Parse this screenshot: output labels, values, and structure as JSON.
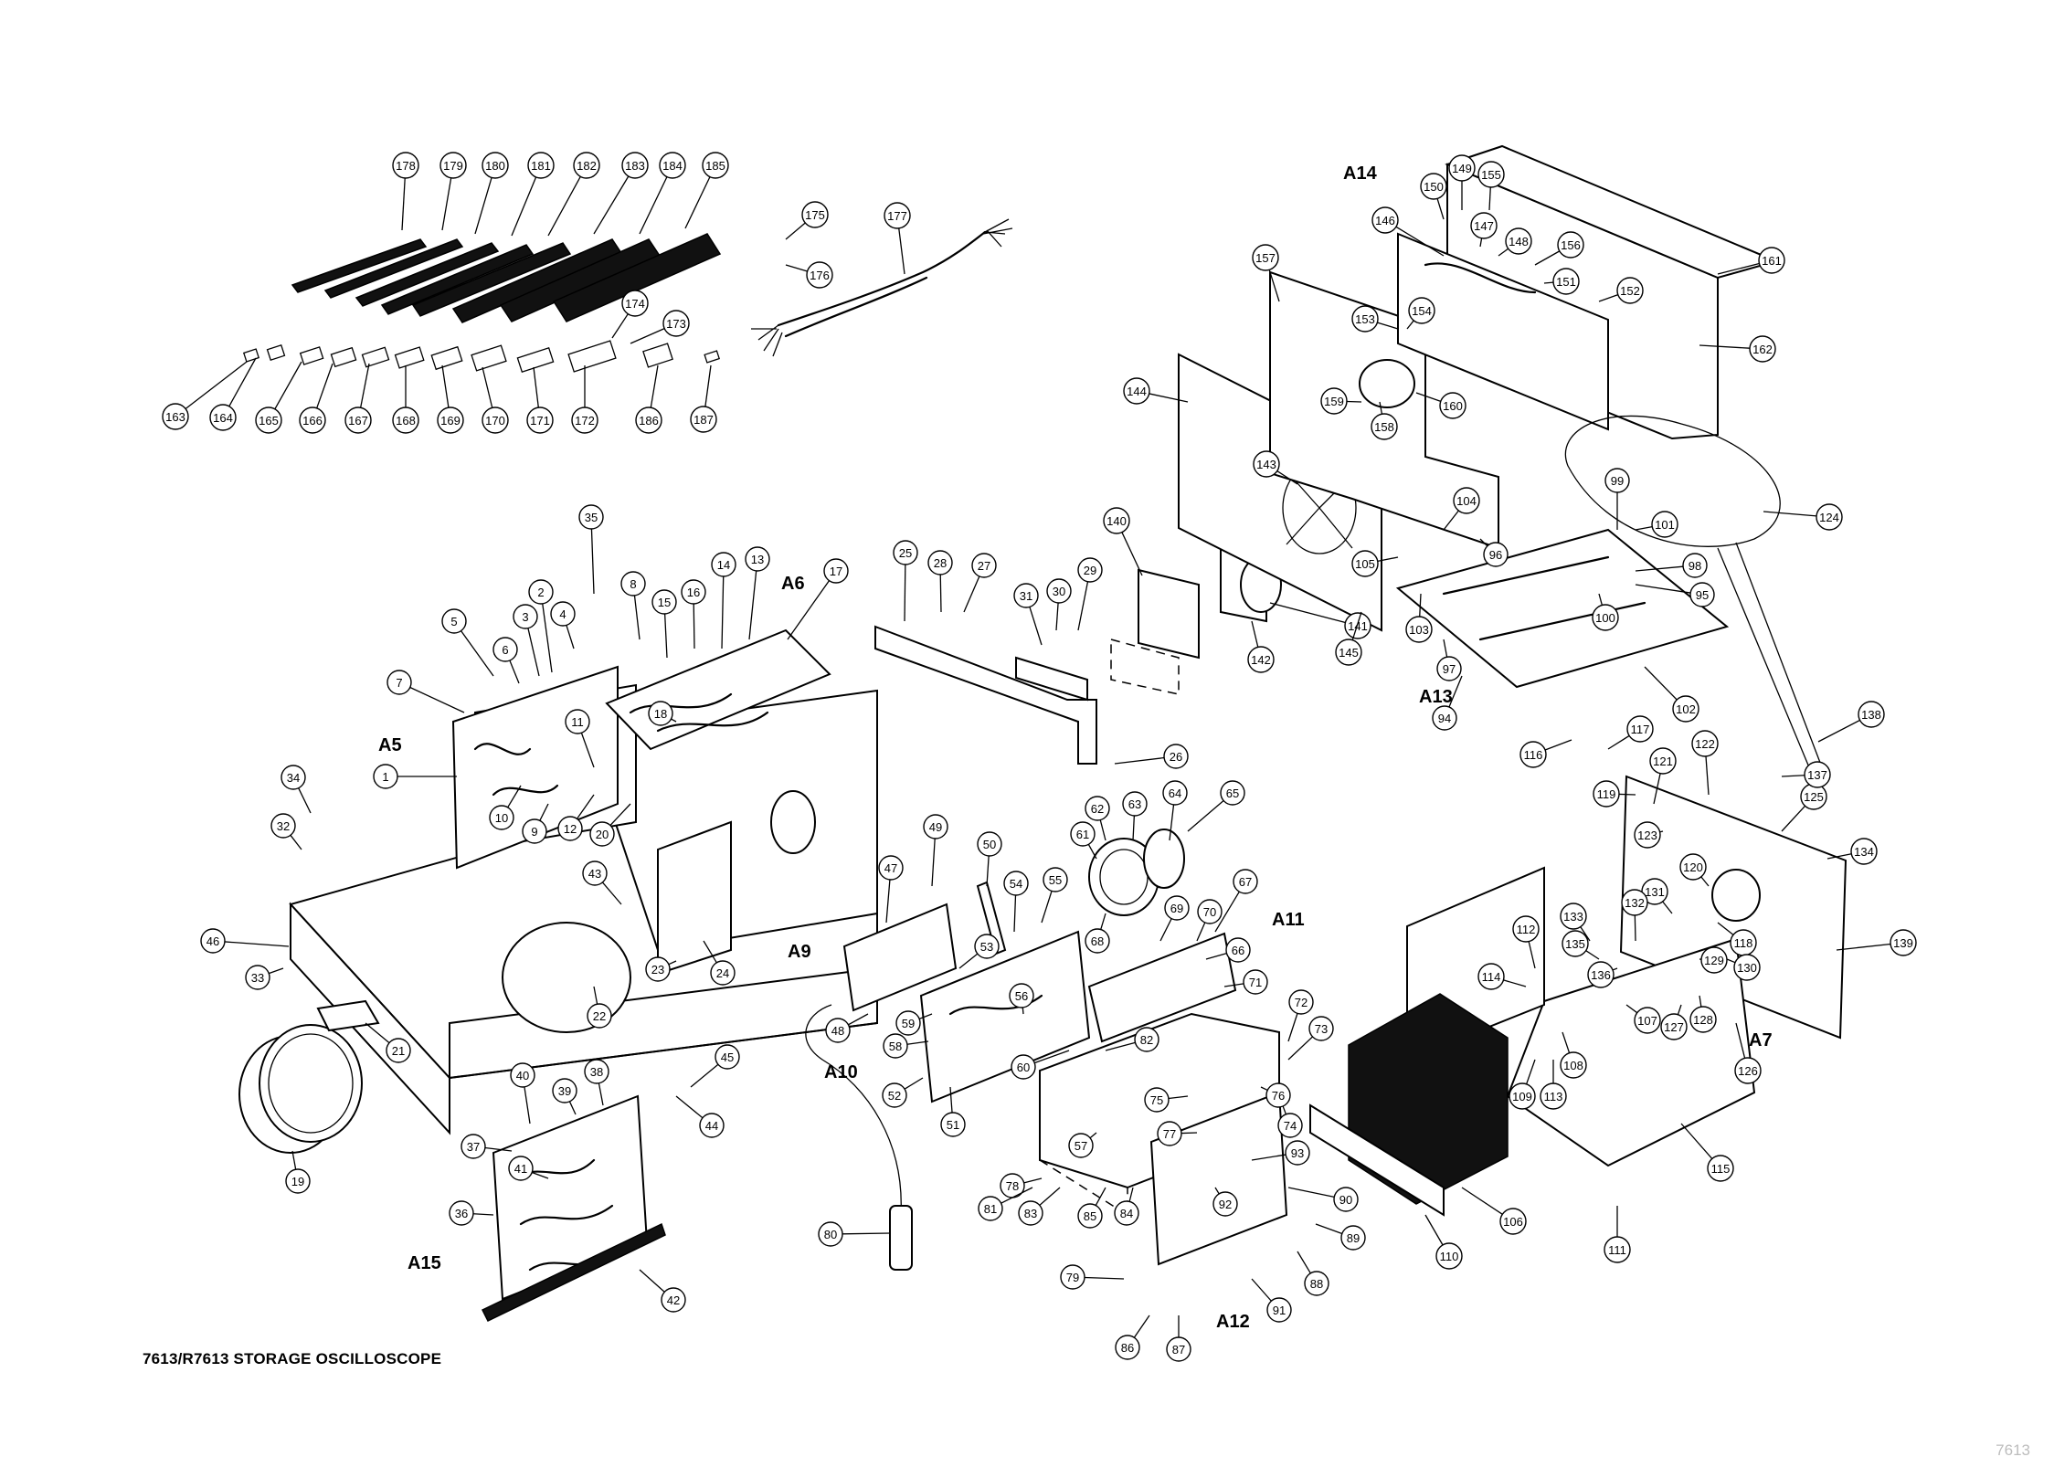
{
  "caption": "7613/R7613 STORAGE OSCILLOSCOPE",
  "page_mark": "7613",
  "assembly_labels": [
    "A5",
    "A6",
    "A7",
    "A9",
    "A10",
    "A11",
    "A12",
    "A13",
    "A14",
    "A15"
  ],
  "callouts": [
    "1",
    "2",
    "3",
    "4",
    "5",
    "6",
    "7",
    "8",
    "9",
    "10",
    "11",
    "12",
    "13",
    "14",
    "15",
    "16",
    "17",
    "18",
    "19",
    "20",
    "21",
    "22",
    "23",
    "24",
    "25",
    "26",
    "27",
    "28",
    "29",
    "30",
    "31",
    "32",
    "33",
    "34",
    "35",
    "36",
    "37",
    "38",
    "39",
    "40",
    "41",
    "42",
    "43",
    "44",
    "45",
    "46",
    "47",
    "48",
    "49",
    "50",
    "51",
    "52",
    "53",
    "54",
    "55",
    "56",
    "57",
    "58",
    "59",
    "60",
    "61",
    "62",
    "63",
    "64",
    "65",
    "66",
    "67",
    "68",
    "69",
    "70",
    "71",
    "72",
    "73",
    "74",
    "75",
    "76",
    "77",
    "78",
    "79",
    "80",
    "81",
    "82",
    "83",
    "84",
    "85",
    "86",
    "87",
    "88",
    "89",
    "90",
    "91",
    "92",
    "93",
    "94",
    "95",
    "96",
    "97",
    "98",
    "99",
    "100",
    "101",
    "102",
    "103",
    "104",
    "105",
    "106",
    "107",
    "108",
    "109",
    "110",
    "111",
    "112",
    "113",
    "114",
    "115",
    "116",
    "117",
    "118",
    "119",
    "120",
    "121",
    "122",
    "123",
    "124",
    "125",
    "126",
    "127",
    "128",
    "129",
    "130",
    "131",
    "132",
    "133",
    "134",
    "135",
    "136",
    "137",
    "138",
    "139",
    "140",
    "141",
    "142",
    "143",
    "144",
    "145",
    "146",
    "147",
    "148",
    "149",
    "150",
    "151",
    "152",
    "153",
    "154",
    "155",
    "156",
    "157",
    "158",
    "159",
    "160",
    "161",
    "162",
    "163",
    "164",
    "165",
    "166",
    "167",
    "168",
    "169",
    "170",
    "171",
    "172",
    "173",
    "174",
    "175",
    "176",
    "177",
    "178",
    "179",
    "180",
    "181",
    "182",
    "183",
    "184",
    "185",
    "186",
    "187"
  ]
}
